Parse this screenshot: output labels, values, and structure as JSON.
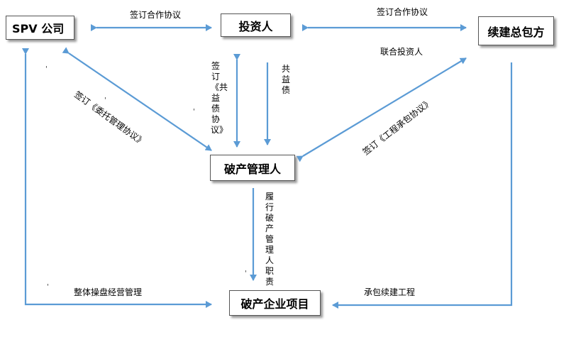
{
  "nodes": {
    "spv": "SPV 公司",
    "investor": "投资人",
    "contractor": "续建总包方",
    "manager": "破产管理人",
    "project": "破产企业项目"
  },
  "edges": {
    "spv_investor": "签订合作协议",
    "investor_contractor": "签订合作协议",
    "joint_investor": "联合投资人",
    "spv_manager": "签订《委托管理协议》",
    "investor_manager_sign": "签订《共益债协议》",
    "investor_manager_debt": "共益债",
    "contractor_manager": "签订《工程承包协议》",
    "manager_project": "履行破产管理人职责",
    "spv_project": "整体操盘经营管理",
    "contractor_project": "承包续建工程"
  },
  "stray_marks": [
    "'",
    "'",
    "'",
    "'",
    "'"
  ],
  "colors": {
    "arrow": "#5b9bd5",
    "border": "#555555",
    "shadow": "#9a9a9a"
  }
}
